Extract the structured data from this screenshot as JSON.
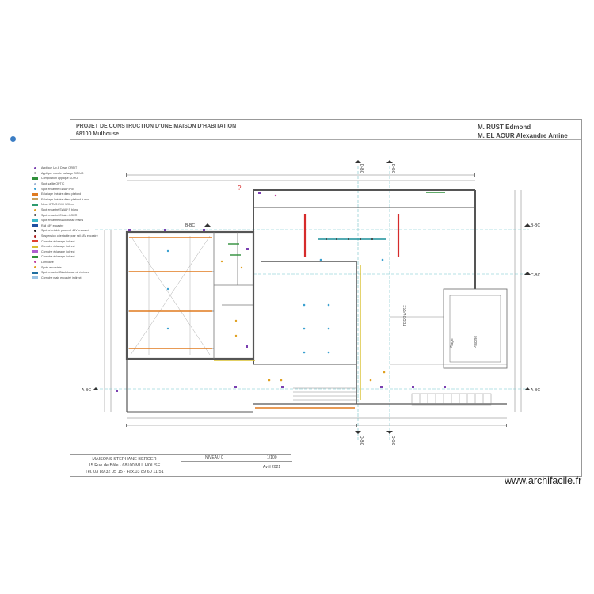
{
  "header": {
    "project_line1": "PROJET DE CONSTRUCTION D'UNE MAISON D'HABITATION",
    "project_line2": "68100 Mulhouse",
    "owner_line1": "M. RUST Edmond",
    "owner_line2": "M. EL AOUR Alexandre Amine"
  },
  "legend": [
    {
      "label": "Applique Up & Down ORBIT",
      "color": "#7a3fb0",
      "kind": "dot"
    },
    {
      "label": "Applique murale balisage SIRIUS",
      "color": "#b0b0b0",
      "kind": "dot"
    },
    {
      "label": "Composition applique SOHO",
      "color": "#2f8f3a",
      "kind": "bar"
    },
    {
      "label": "Spot saillie OPTIC",
      "color": "#9fb5d6",
      "kind": "dot"
    },
    {
      "label": "Spot encastré SWAP IP54",
      "color": "#3aa0d0",
      "kind": "dot"
    },
    {
      "label": "Eclairage linéaire direct plafond",
      "color": "#e07a1f",
      "kind": "bar"
    },
    {
      "label": "Eclairage linéaire direct plafond + mur",
      "color": "#c8a060",
      "kind": "bar"
    },
    {
      "label": "Néon ICTUS EVO 120cm",
      "color": "#2e9a6e",
      "kind": "bar"
    },
    {
      "label": "Spot encastré SWAP S blanc",
      "color": "#e0a020",
      "kind": "dot"
    },
    {
      "label": "Spot encastré Cituinn LOUR",
      "color": "#555555",
      "kind": "dot"
    },
    {
      "label": "Spot encastré Black basse mains",
      "color": "#3ab8c8",
      "kind": "bar"
    },
    {
      "label": "Rail 48V encastré",
      "color": "#1f4fa0",
      "kind": "bar"
    },
    {
      "label": "Spot orientable pour rail 48V encastré",
      "color": "#222222",
      "kind": "dot"
    },
    {
      "label": "Suspension orientable pour rail 48V encastré",
      "color": "#aa2020",
      "kind": "dot"
    },
    {
      "label": "Corniche éclairage indirect",
      "color": "#e0402f",
      "kind": "bar"
    },
    {
      "label": "Corniche éclairage indirect",
      "color": "#d8c030",
      "kind": "bar"
    },
    {
      "label": "Corniche éclairage indirect",
      "color": "#b05fd0",
      "kind": "bar"
    },
    {
      "label": "Corniche éclairage indirect",
      "color": "#2f8f3a",
      "kind": "bar"
    },
    {
      "label": "Luminaire",
      "color": "#c040a0",
      "kind": "dot"
    },
    {
      "label": "Spots encastrés",
      "color": "#e0a020",
      "kind": "dot"
    },
    {
      "label": "Spot encastré Black basse oil éminies",
      "color": "#1f6fa0",
      "kind": "bar"
    },
    {
      "label": "Corniche main encastré indirect",
      "color": "#9cc4e4",
      "kind": "bar"
    }
  ],
  "sections": {
    "bc_left": "B-BC",
    "bc_right": "B-BC",
    "ac_left": "A-BC",
    "ac_right": "A-BC",
    "cc_right": "C-BC",
    "dc_top1": "D-BC",
    "dc_top2": "D-BC",
    "dc_bot1": "D-BC",
    "dc_bot2": "D-BC"
  },
  "rooms": {
    "terrasse": "TERRASSE",
    "room_a": "Plage",
    "room_b": "Piscine",
    "question_mark": "?"
  },
  "footer": {
    "company_name": "MAISONS STEPHANE BERGER",
    "company_address": "15 Rue de Bâle · 68100 MULHOUSE",
    "company_phone": "Tél. 03 89 32 05 15 · Fax.03 89 60 11 51",
    "level": "NIVEAU 0",
    "scale": "1/100",
    "date": "Avril 2021"
  },
  "watermark": "www.archifacile.fr",
  "colors": {
    "wall": "#555555",
    "dim": "#666666",
    "section_line": "#6fc1c9",
    "orange": "#e07a1f",
    "red": "#d62b2b",
    "yellow": "#d8c030",
    "teal": "#1a8f9a"
  }
}
